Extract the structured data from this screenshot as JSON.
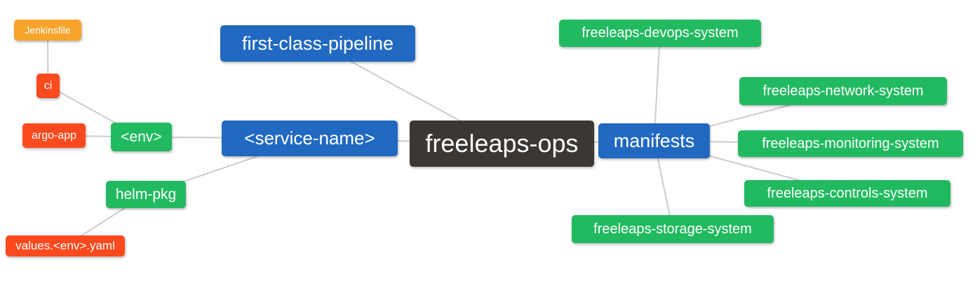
{
  "diagram": {
    "type": "mindmap",
    "root_label": "freeleaps-ops"
  },
  "colors": {
    "blue_node": "#2169c0",
    "green_node": "#22ba60",
    "red_node": "#fb4a1d",
    "orange_node": "#f7a42b",
    "dark_root_node": "#3b3734",
    "edge": "#cccccc",
    "node_text": "#ffffff",
    "background": "#ffffff"
  },
  "nodes": {
    "freeleaps_ops": {
      "label": "freeleaps-ops",
      "color": "#3b3734"
    },
    "first_class_pipeline": {
      "label": "first-class-pipeline",
      "color": "#2169c0"
    },
    "service_name": {
      "label": "<service-name>",
      "color": "#2169c0"
    },
    "manifests": {
      "label": "manifests",
      "color": "#2169c0"
    },
    "env": {
      "label": "<env>",
      "color": "#22ba60"
    },
    "helm_pkg": {
      "label": "helm-pkg",
      "color": "#22ba60"
    },
    "ci": {
      "label": "ci",
      "color": "#fb4a1d"
    },
    "argo_app": {
      "label": "argo-app",
      "color": "#fb4a1d"
    },
    "values_env_yaml": {
      "label": "values.<env>.yaml",
      "color": "#fb4a1d"
    },
    "jenkinsfile": {
      "label": "Jenkinsfile",
      "color": "#f7a42b"
    },
    "devops_system": {
      "label": "freeleaps-devops-system",
      "color": "#22ba60"
    },
    "network_system": {
      "label": "freeleaps-network-system",
      "color": "#22ba60"
    },
    "monitoring_system": {
      "label": "freeleaps-monitoring-system",
      "color": "#22ba60"
    },
    "controls_system": {
      "label": "freeleaps-controls-system",
      "color": "#22ba60"
    }
  },
  "edges": [
    [
      "jenkinsfile",
      "ci"
    ],
    [
      "ci",
      "env"
    ],
    [
      "argo_app",
      "env"
    ],
    [
      "env",
      "service_name"
    ],
    [
      "helm_pkg",
      "service_name"
    ],
    [
      "values_env_yaml",
      "helm_pkg"
    ],
    [
      "first_class_pipeline",
      "freeleaps_ops"
    ],
    [
      "service_name",
      "freeleaps_ops"
    ],
    [
      "freeleaps_ops",
      "manifests"
    ],
    [
      "manifests",
      "devops_system"
    ],
    [
      "manifests",
      "network_system"
    ],
    [
      "manifests",
      "monitoring_system"
    ],
    [
      "manifests",
      "controls_system"
    ],
    [
      "manifests",
      "storage_system"
    ]
  ],
  "storage_system_node": {
    "label": "freeleaps-storage-system",
    "color": "#22ba60"
  }
}
